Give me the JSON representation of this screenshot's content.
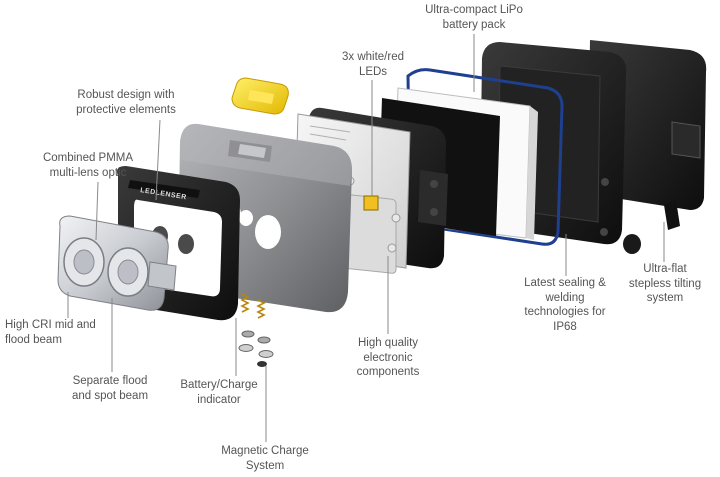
{
  "labels": {
    "battery_pack": "Ultra-compact LiPo\nbattery pack",
    "leds": "3x white/red\nLEDs",
    "robust_design": "Robust design with\nprotective elements",
    "optic": "Combined PMMA\nmulti-lens optic",
    "high_cri": "High CRI mid and\nflood beam",
    "flood_spot": "Separate flood\nand spot beam",
    "charge_indicator": "Battery/Charge\nindicator",
    "magnetic_charge": "Magnetic Charge\nSystem",
    "electronics": "High quality\nelectronic\ncomponents",
    "sealing": "Latest sealing &\nwelding\ntechnologies for\nIP68",
    "tilting": "Ultra-flat\nstepless tilting\nsystem"
  },
  "brand_mark": "LEDLENSER",
  "colors": {
    "label_text": "#555555",
    "leader_line": "#8a8a8a",
    "housing_grey": "#8e8f92",
    "frame_black": "#1c1c1c",
    "seal_blue": "#1f3f8f",
    "switch_yellow": "#f3d51a",
    "board_white": "#e9e9e9"
  }
}
